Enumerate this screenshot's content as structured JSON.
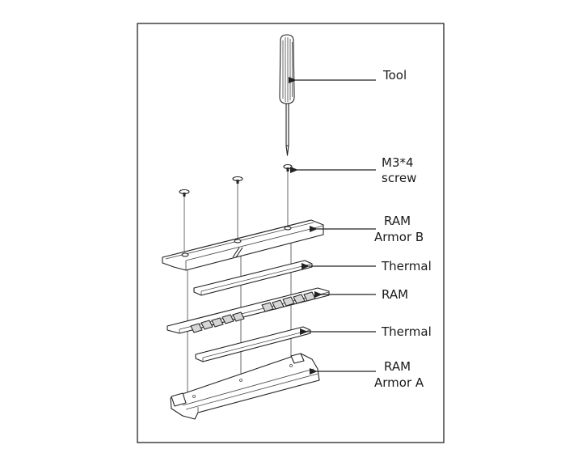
{
  "labels": {
    "tool": "Tool",
    "screw_line1": "M3*4",
    "screw_line2": "screw",
    "armor_b_line1": "RAM",
    "armor_b_line2": "Armor B",
    "thermal_top": "Thermal",
    "ram": "RAM",
    "thermal_bottom": "Thermal",
    "armor_a_line1": "RAM",
    "armor_a_line2": "Armor A"
  }
}
